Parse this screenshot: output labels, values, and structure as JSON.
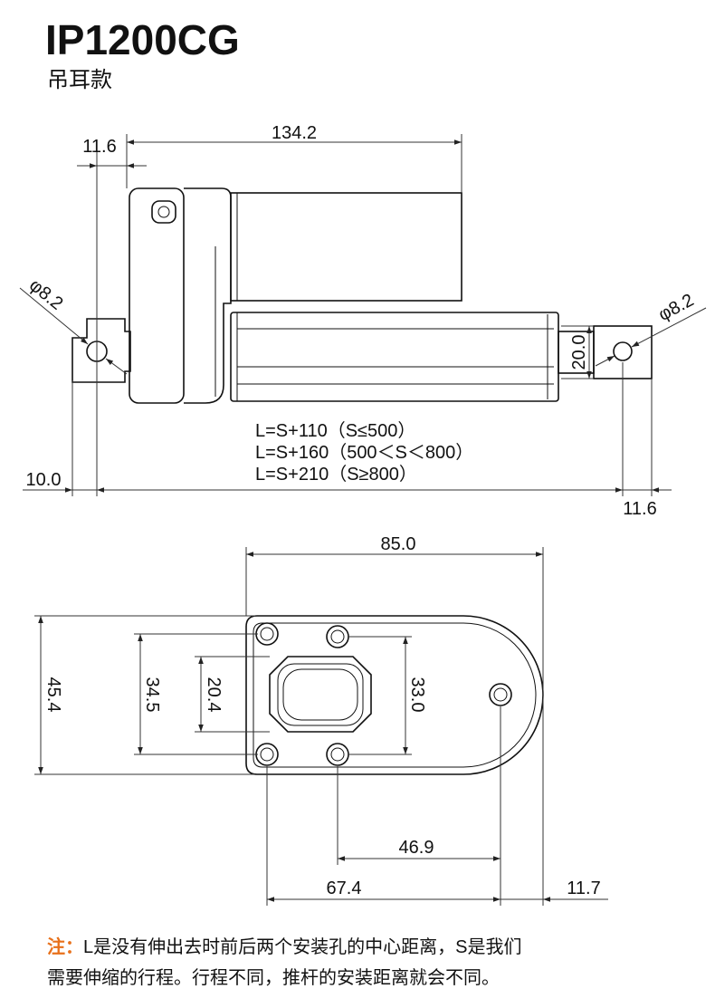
{
  "title": "IP1200CG",
  "subtitle": "吊耳款",
  "side_view": {
    "dim_body_length": "134.2",
    "dim_rear_offset": "11.6",
    "dim_rear_hole": "φ8.2",
    "dim_front_hole": "φ8.2",
    "dim_rod_end_height": "20.0",
    "length_formulas": [
      "L=S+110（S≤500）",
      "L=S+160（500＜S＜800）",
      "L=S+210（S≥800）"
    ],
    "dim_rear_edge": "10.0",
    "dim_front_edge": "11.6"
  },
  "flange_view": {
    "dim_width": "85.0",
    "dim_height": "45.4",
    "dim_hole_spacing_left": "34.5",
    "dim_window_height": "20.4",
    "dim_hole_spacing_right": "33.0",
    "dim_hole_to_pivot": "46.9",
    "dim_left_hole_to_pivot": "67.4",
    "dim_pivot_to_edge": "11.7"
  },
  "note": {
    "label": "注：",
    "line1": "L是没有伸出去时前后两个安装孔的中心距离，S是我们",
    "line2": "需要伸缩的行程。行程不同，推杆的安装距离就会不同。"
  },
  "colors": {
    "ink": "#111111",
    "note_label": "#e8701a"
  }
}
